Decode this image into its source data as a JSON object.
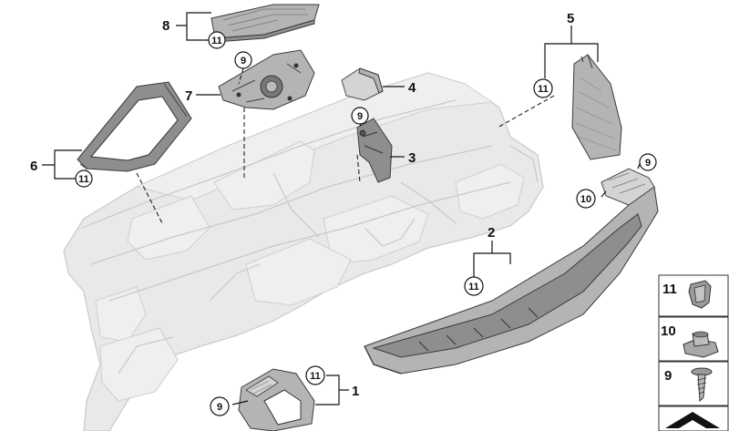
{
  "callouts": {
    "c1": "1",
    "c2": "2",
    "c3": "3",
    "c4": "4",
    "c5": "5",
    "c6": "6",
    "c7": "7",
    "c8": "8",
    "c9": "9",
    "c10": "10",
    "c11": "11"
  },
  "legend": {
    "items": [
      "11",
      "10",
      "9"
    ]
  }
}
